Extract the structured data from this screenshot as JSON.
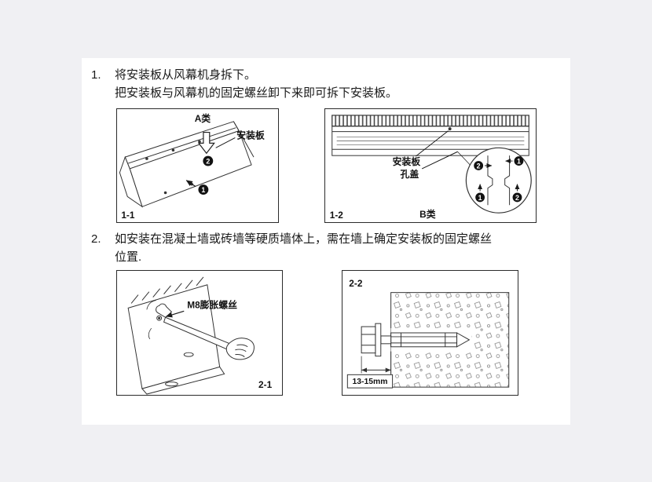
{
  "page": {
    "background_color": "#f0f0f3",
    "panel_color": "#ffffff",
    "ink_color": "#1a1a1a"
  },
  "steps": [
    {
      "number": "1.",
      "line1": "将安装板从风幕机身拆下。",
      "line2": "把安装板与风幕机的固定螺丝卸下来即可拆下安装板。"
    },
    {
      "number": "2.",
      "line1": "如安装在混凝土墙或砖墙等硬质墙体上，需在墙上确定安装板的固定螺丝",
      "line2": "位置."
    }
  ],
  "figures": {
    "fig1_1": {
      "id": "1-1",
      "type_label": "A类",
      "part_label": "安装板",
      "marker1_num": "1",
      "marker2_num": "2"
    },
    "fig1_2": {
      "id": "1-2",
      "type_label": "B类",
      "part_label": "安装板",
      "cover_label": "孔盖",
      "marker1_num": "1",
      "marker2_num": "2"
    },
    "fig2_1": {
      "id": "2-1",
      "screw_label": "M8膨胀螺丝"
    },
    "fig2_2": {
      "id": "2-2",
      "dimension": "13-15mm"
    }
  }
}
